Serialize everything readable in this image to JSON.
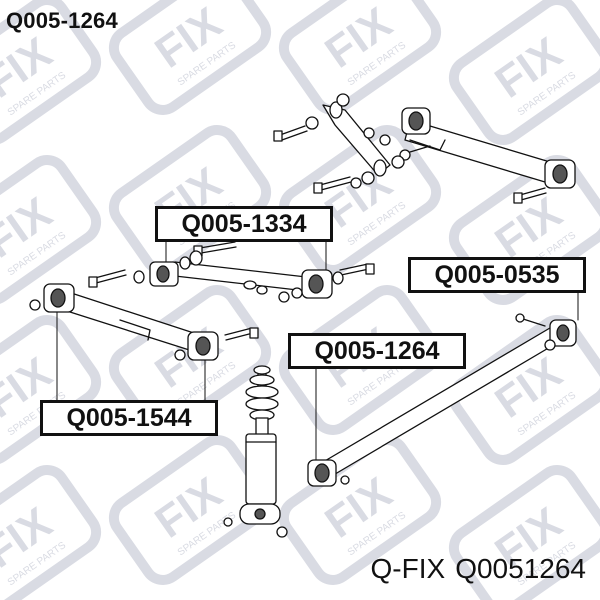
{
  "header": {
    "title": "Q005-1264"
  },
  "watermark": {
    "text": "FIX",
    "subtext": "SPARE PARTS",
    "color": "#d9dbe3"
  },
  "part_labels": [
    {
      "id": "q005-1334",
      "text": "Q005-1334"
    },
    {
      "id": "q005-0535",
      "text": "Q005-0535"
    },
    {
      "id": "q005-1264",
      "text": "Q005-1264"
    },
    {
      "id": "q005-1544",
      "text": "Q005-1544"
    }
  ],
  "footer": {
    "brand": "Q-FIX",
    "part_number": "Q0051264"
  },
  "colors": {
    "line": "#111111",
    "bushing_fill": "#ffffff",
    "label_border": "#111111"
  }
}
